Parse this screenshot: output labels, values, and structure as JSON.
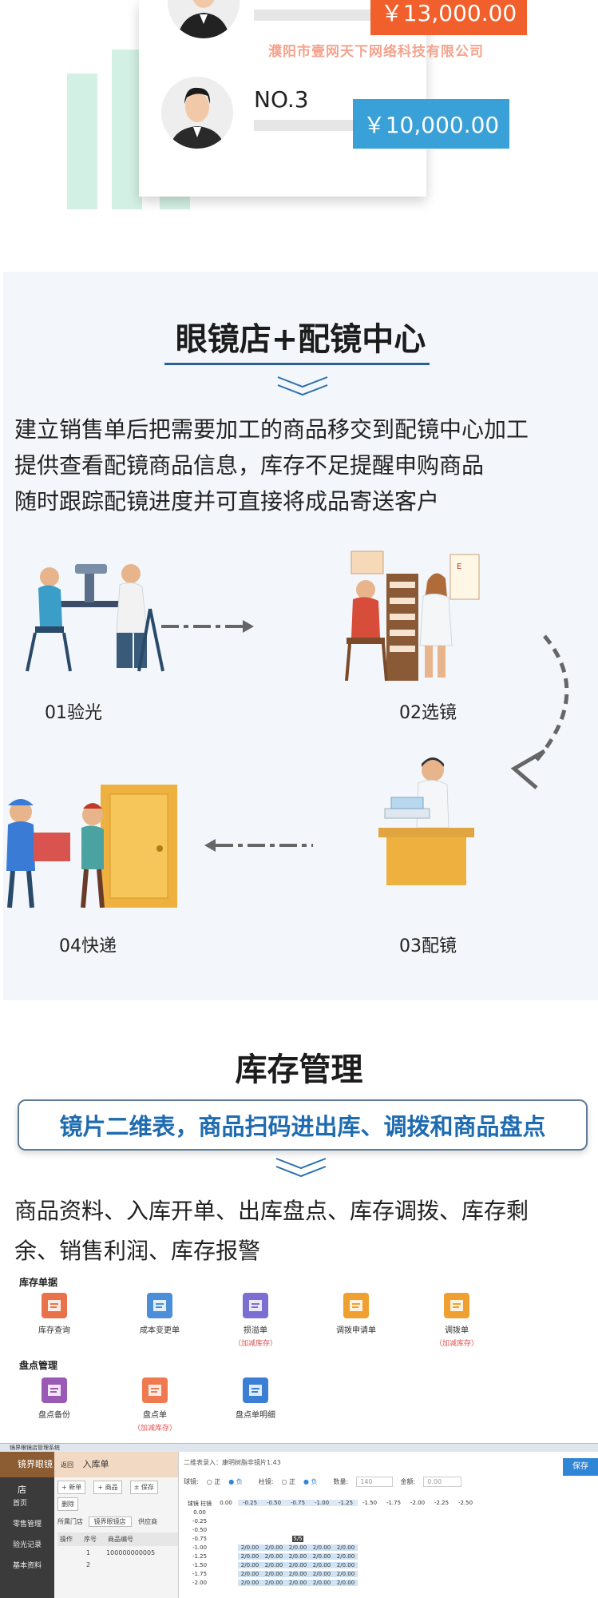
{
  "ranking": {
    "watermark": "濮阳市壹网天下网络科技有限公司",
    "entries": [
      {
        "price": "￥13,000.00",
        "color": "#f1602c"
      },
      {
        "rank": "NO.3",
        "price": "￥10,000.00",
        "color": "#3aa0d8"
      }
    ]
  },
  "glasses": {
    "title": "眼镜店+配镜中心",
    "lines": [
      "建立销售单后把需要加工的商品移交到配镜中心加工",
      "提供查看配镜商品信息，库存不足提醒申购商品",
      "随时跟踪配镜进度并可直接将成品寄送客户"
    ],
    "steps": [
      "01验光",
      "02选镜",
      "03配镜",
      "04快递"
    ]
  },
  "inventory": {
    "title": "库存管理",
    "banner": "镜片二维表，商品扫码进出库、调拨和商品盘点",
    "lines": [
      "商品资料、入库开单、出库盘点、库存调拨、库存剩",
      "余、销售利润、库存报警"
    ],
    "group1": {
      "title": "库存单据",
      "tiles": [
        {
          "label": "库存查询",
          "sub": "",
          "icon": "store-icon",
          "color": "#e8734a"
        },
        {
          "label": "成本变更单",
          "sub": "",
          "icon": "card-icon",
          "color": "#4a8fd8"
        },
        {
          "label": "损溢单",
          "sub": "（加减库存）",
          "icon": "document-edit-icon",
          "color": "#7b6fd1"
        },
        {
          "label": "调拨申请单",
          "sub": "",
          "icon": "house-icon",
          "color": "#f0a030"
        },
        {
          "label": "调拨单",
          "sub": "（加减库存）",
          "icon": "house-icon",
          "color": "#f0a030"
        }
      ]
    },
    "group2": {
      "title": "盘点管理",
      "tiles": [
        {
          "label": "盘点备份",
          "sub": "",
          "icon": "backup-icon",
          "color": "#9b59b6"
        },
        {
          "label": "盘点单",
          "sub": "（加减库存）",
          "icon": "check-doc-icon",
          "color": "#f07a50"
        },
        {
          "label": "盘点单明细",
          "sub": "",
          "icon": "list-icon",
          "color": "#3b7ed6"
        }
      ]
    }
  },
  "app": {
    "window_title": "镜界眼镜店管理系统",
    "brand": "镜界眼镜店",
    "side_items": [
      "首页",
      "零售管理",
      "验光记录",
      "基本资料"
    ],
    "back_label": "返回",
    "page_title": "入库单",
    "toolbar": [
      "+ 新单",
      "+ 商品",
      "± 保存",
      "删除"
    ],
    "store_label": "所属门店",
    "store_value": "镜界眼镜店",
    "supplier_label": "供应商",
    "col_headers": [
      "操作",
      "序号",
      "商品编号"
    ],
    "rows": [
      {
        "no": "1",
        "code": "100000000005"
      },
      {
        "no": "2",
        "code": ""
      }
    ],
    "matrix_title": "二维表录入：康明树脂非镜片1.43",
    "sphere_label": "球镜:",
    "cyl_label": "柱镜:",
    "pos_label": "正",
    "neg_label": "负",
    "qty_label": "数量:",
    "qty_value": "140",
    "amount_label": "金额:",
    "amount_value": "0.00",
    "save_label": "保存",
    "corner_label": "球镜 柱镜",
    "cyl_values": [
      "0.00",
      "-0.25",
      "-0.50",
      "-0.75",
      "-1.00",
      "-1.25",
      "-1.50",
      "-1.75",
      "-2.00",
      "-2.25",
      "-2.50"
    ],
    "sph_values": [
      "0.00",
      "-0.25",
      "-0.50",
      "-0.75",
      "-1.00",
      "-1.25",
      "-1.50",
      "-1.75",
      "-2.00"
    ],
    "cell_value": "2/0.00",
    "marker": "5/5"
  }
}
